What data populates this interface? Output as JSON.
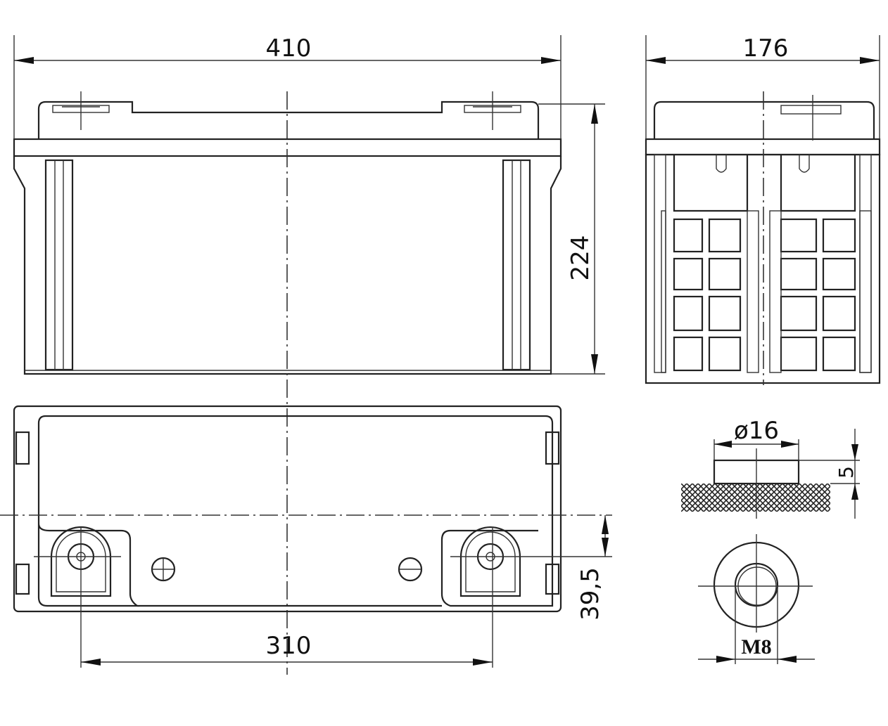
{
  "title": "Battery dimensional drawing",
  "dimensions": {
    "length": "410",
    "width": "176",
    "height": "224",
    "terminal_spacing": "310",
    "terminal_offset": "39,5",
    "terminal_diameter": "ø16",
    "terminal_height": "5",
    "thread": "M8"
  },
  "colors": {
    "line": "#222222",
    "background": "#ffffff"
  }
}
